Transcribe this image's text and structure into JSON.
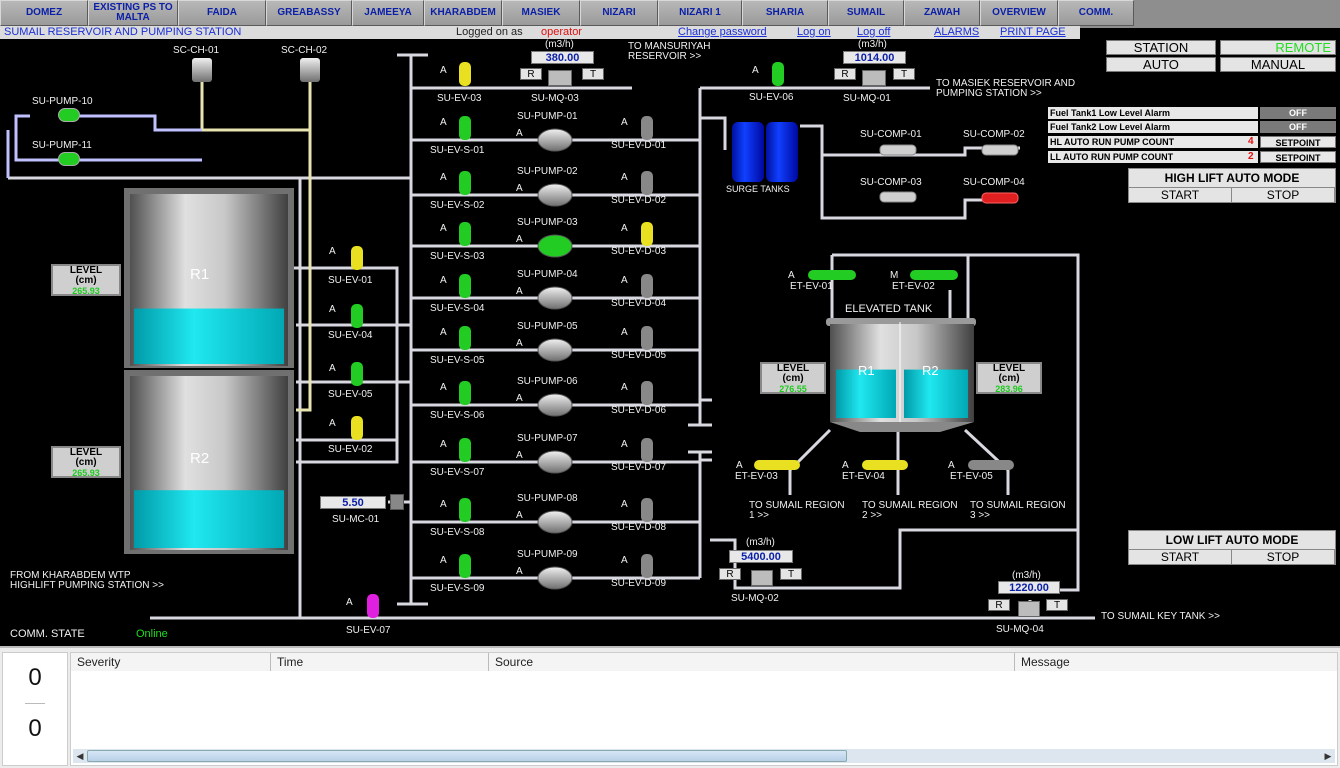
{
  "tabs": [
    "DOMEZ",
    "EXISTING PS TO MALTA",
    "FAIDA",
    "GREABASSY",
    "JAMEEYA",
    "KHARABDEM",
    "MASIEK",
    "NIZARI",
    "NIZARI 1",
    "SHARIA",
    "SUMAIL",
    "ZAWAH",
    "OVERVIEW",
    "COMM."
  ],
  "header": {
    "title": "SUMAIL RESERVOIR AND PUMPING STATION",
    "logged_on_as": "Logged on as",
    "user": "operator",
    "change_password": "Change password",
    "log_on": "Log on",
    "log_off": "Log off",
    "alarms": "ALARMS",
    "print_page": "PRINT PAGE"
  },
  "control": {
    "station": "STATION",
    "remote": "REMOTE",
    "auto": "AUTO",
    "manual": "MANUAL"
  },
  "alarms_panel": [
    {
      "label": "Fuel Tank1 Low Level Alarm",
      "value": "",
      "button": "OFF"
    },
    {
      "label": "Fuel Tank2 Low Level Alarm",
      "value": "",
      "button": "OFF"
    },
    {
      "label": "HL AUTO RUN PUMP COUNT",
      "value": "4",
      "button": "SETPOINT"
    },
    {
      "label": "LL AUTO RUN PUMP COUNT",
      "value": "2",
      "button": "SETPOINT"
    }
  ],
  "high_lift": {
    "title": "HIGH LIFT AUTO MODE",
    "start": "START",
    "stop": "STOP"
  },
  "low_lift": {
    "title": "LOW LIFT AUTO MODE",
    "start": "START",
    "stop": "STOP"
  },
  "reservoirs": {
    "r1": "R1",
    "r2": "R2",
    "level_label": "LEVEL",
    "level_unit": "(cm)",
    "r1_level": "265.93",
    "r2_level": "265.93",
    "r1_fill": 0.33,
    "r2_fill": 0.34
  },
  "elevated_tank": {
    "title": "ELEVATED TANK",
    "r1": "R1",
    "r2": "R2",
    "r1_level": "276.55",
    "r2_level": "283.96",
    "fill": 0.55
  },
  "surge": "SURGE TANKS",
  "flows": {
    "unit": "(m3/h)",
    "mq03": "380.00",
    "mq01": "1014.00",
    "mq02": "5400.00",
    "mq04": "1220.00",
    "mc01": "5.50"
  },
  "labels": {
    "sc_ch_01": "SC-CH-01",
    "sc_ch_02": "SC-CH-02",
    "pump10": "SU-PUMP-10",
    "pump11": "SU-PUMP-11",
    "to_mansuriyah": "TO MANSURIYAH RESERVOIR >>",
    "to_masiek": "TO MASIEK RESERVOIR AND PUMPING STATION >>",
    "from_kharabdem": "FROM KHARABDEM WTP HIGHLIFT PUMPING STATION >>",
    "to_key_tank": "TO SUMAIL KEY TANK >>",
    "region1": "TO SUMAIL REGION 1 >>",
    "region2": "TO SUMAIL REGION 2 >>",
    "region3": "TO SUMAIL REGION 3 >>",
    "comm_state": "COMM. STATE",
    "comm_value": "Online",
    "su_ev_03": "SU-EV-03",
    "su_mq_03": "SU-MQ-03",
    "su_ev_06": "SU-EV-06",
    "su_mq_01": "SU-MQ-01",
    "su_mq_02": "SU-MQ-02",
    "su_mq_04": "SU-MQ-04",
    "su_mc_01": "SU-MC-01",
    "su_ev_07": "SU-EV-07",
    "su_ev_01": "SU-EV-01",
    "su_ev_04": "SU-EV-04",
    "su_ev_05": "SU-EV-05",
    "su_ev_02": "SU-EV-02",
    "comp01": "SU-COMP-01",
    "comp02": "SU-COMP-02",
    "comp03": "SU-COMP-03",
    "comp04": "SU-COMP-04",
    "et01": "ET-EV-01",
    "et02": "ET-EV-02",
    "et03": "ET-EV-03",
    "et04": "ET-EV-04",
    "et05": "ET-EV-05",
    "mode_a": "A",
    "mode_m": "M",
    "r": "R",
    "t": "T"
  },
  "pump_rows": [
    {
      "ev": "SU-EV-S-01",
      "pump": "SU-PUMP-01",
      "evd": "SU-EV-D-01",
      "running": false
    },
    {
      "ev": "SU-EV-S-02",
      "pump": "SU-PUMP-02",
      "evd": "SU-EV-D-02",
      "running": false
    },
    {
      "ev": "SU-EV-S-03",
      "pump": "SU-PUMP-03",
      "evd": "SU-EV-D-03",
      "running": true
    },
    {
      "ev": "SU-EV-S-04",
      "pump": "SU-PUMP-04",
      "evd": "SU-EV-D-04",
      "running": false
    },
    {
      "ev": "SU-EV-S-05",
      "pump": "SU-PUMP-05",
      "evd": "SU-EV-D-05",
      "running": false
    },
    {
      "ev": "SU-EV-S-06",
      "pump": "SU-PUMP-06",
      "evd": "SU-EV-D-06",
      "running": false
    },
    {
      "ev": "SU-EV-S-07",
      "pump": "SU-PUMP-07",
      "evd": "SU-EV-D-07",
      "running": false
    },
    {
      "ev": "SU-EV-S-08",
      "pump": "SU-PUMP-08",
      "evd": "SU-EV-D-08",
      "running": false
    },
    {
      "ev": "SU-EV-S-09",
      "pump": "SU-PUMP-09",
      "evd": "SU-EV-D-09",
      "running": false
    }
  ],
  "alarm_list": {
    "count_top": "0",
    "count_bottom": "0",
    "columns": [
      "Severity",
      "Time",
      "Source",
      "Message"
    ]
  },
  "colors": {
    "pipe": "#d8d8e8",
    "water": "#00d0d8",
    "valve_green": "#22cc22",
    "valve_yellow": "#e8e020",
    "remote": "#22dd22",
    "pump_red": "#e02020",
    "magenta": "#e020e0"
  }
}
